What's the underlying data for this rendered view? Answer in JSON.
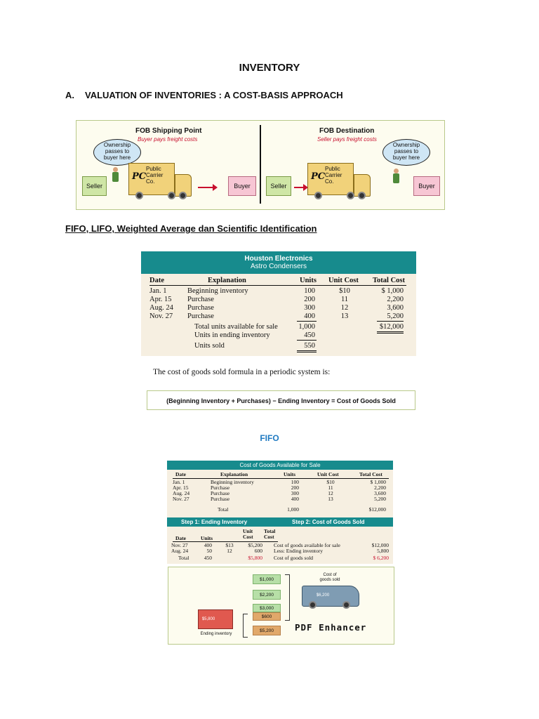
{
  "doc": {
    "title": "INVENTORY",
    "section_a": {
      "num": "A.",
      "text": "VALUATION OF INVENTORIES : A COST-BASIS APPROACH"
    },
    "section_b": "FIFO, LIFO, Weighted Average dan Scientific Identification",
    "formula_intro": "The cost of goods sold formula in a periodic system is:",
    "formula": "(Beginning Inventory + Purchases) − Ending Inventory = Cost of Goods Sold",
    "fifo_heading": "FIFO"
  },
  "fob": {
    "left": {
      "title": "FOB Shipping Point",
      "subtitle": "Buyer pays freight costs",
      "bubble": [
        "Ownership",
        "passes to",
        "buyer here"
      ]
    },
    "right": {
      "title": "FOB Destination",
      "subtitle": "Seller pays freight costs",
      "bubble": [
        "Ownership",
        "passes to",
        "buyer here"
      ]
    },
    "truck": [
      "Public",
      "Carrier",
      "Co."
    ],
    "truck_logo": "PC",
    "seller": "Seller",
    "buyer": "Buyer"
  },
  "houston": {
    "title": "Houston Electronics",
    "subtitle": "Astro Condensers",
    "headers": {
      "date": "Date",
      "explanation": "Explanation",
      "units": "Units",
      "unit_cost": "Unit Cost",
      "total_cost": "Total Cost"
    },
    "rows": [
      {
        "date": "Jan.   1",
        "explanation": "Beginning inventory",
        "units": "100",
        "unit_cost": "$10",
        "total_cost": "$  1,000"
      },
      {
        "date": "Apr. 15",
        "explanation": "Purchase",
        "units": "200",
        "unit_cost": "11",
        "total_cost": "2,200"
      },
      {
        "date": "Aug. 24",
        "explanation": "Purchase",
        "units": "300",
        "unit_cost": "12",
        "total_cost": "3,600"
      },
      {
        "date": "Nov. 27",
        "explanation": "Purchase",
        "units": "400",
        "unit_cost": "13",
        "total_cost": "5,200"
      }
    ],
    "summary": [
      {
        "label": "Total units available for sale",
        "value": "1,000",
        "total": "$12,000"
      },
      {
        "label": "Units in ending inventory",
        "value": "450"
      },
      {
        "label": "Units sold",
        "value": "550"
      }
    ]
  },
  "fifo_table": {
    "bar_title": "Cost of Goods Available for Sale",
    "headers": {
      "date": "Date",
      "explanation": "Explanation",
      "units": "Units",
      "unit_cost": "Unit Cost",
      "total_cost": "Total Cost"
    },
    "rows": [
      {
        "date": "Jan.   1",
        "explanation": "Beginning inventory",
        "units": "100",
        "unit_cost": "$10",
        "total_cost": "$  1,000"
      },
      {
        "date": "Apr. 15",
        "explanation": "Purchase",
        "units": "200",
        "unit_cost": "11",
        "total_cost": "2,200"
      },
      {
        "date": "Aug. 24",
        "explanation": "Purchase",
        "units": "300",
        "unit_cost": "12",
        "total_cost": "3,600"
      },
      {
        "date": "Nov. 27",
        "explanation": "Purchase",
        "units": "400",
        "unit_cost": "13",
        "total_cost": "5,200"
      }
    ],
    "total_label": "Total",
    "total_units": "1,000",
    "total_cost": "$12,000",
    "step1": {
      "title": "Step 1: Ending Inventory",
      "headers": {
        "date": "Date",
        "units": "Units",
        "unit_cost_1": "Unit",
        "unit_cost_2": "Cost",
        "total_cost_1": "Total",
        "total_cost_2": "Cost"
      },
      "rows": [
        {
          "date": "Nov. 27",
          "units": "400",
          "unit_cost": "$13",
          "total_cost": "$5,200"
        },
        {
          "date": "Aug. 24",
          "units": "50",
          "unit_cost": "12",
          "total_cost": "600"
        }
      ],
      "total_label": "Total",
      "total_units": "450",
      "total_cost": "$5,800"
    },
    "step2": {
      "title": "Step 2: Cost of Goods Sold",
      "rows": [
        {
          "label": "Cost of goods available for sale",
          "value": "$12,000"
        },
        {
          "label": "Less: Ending inventory",
          "value": "5,800"
        },
        {
          "label": "Cost of goods sold",
          "value": "$ 6,200"
        }
      ]
    }
  },
  "illustration": {
    "layers": [
      "$1,000",
      "$2,200",
      "$3,000",
      "$600",
      "$5,200"
    ],
    "cogs_label": [
      "Cost of",
      "goods sold"
    ],
    "van_value": "$6,200",
    "warehouse_value": "$5,800",
    "ending_label": "Ending inventory",
    "watermark": "PDF Enhancer"
  },
  "colors": {
    "teal": "#178b8d",
    "red": "#c8102e",
    "heading_blue": "#1f7ac2",
    "panel_border": "#b9c98a"
  }
}
